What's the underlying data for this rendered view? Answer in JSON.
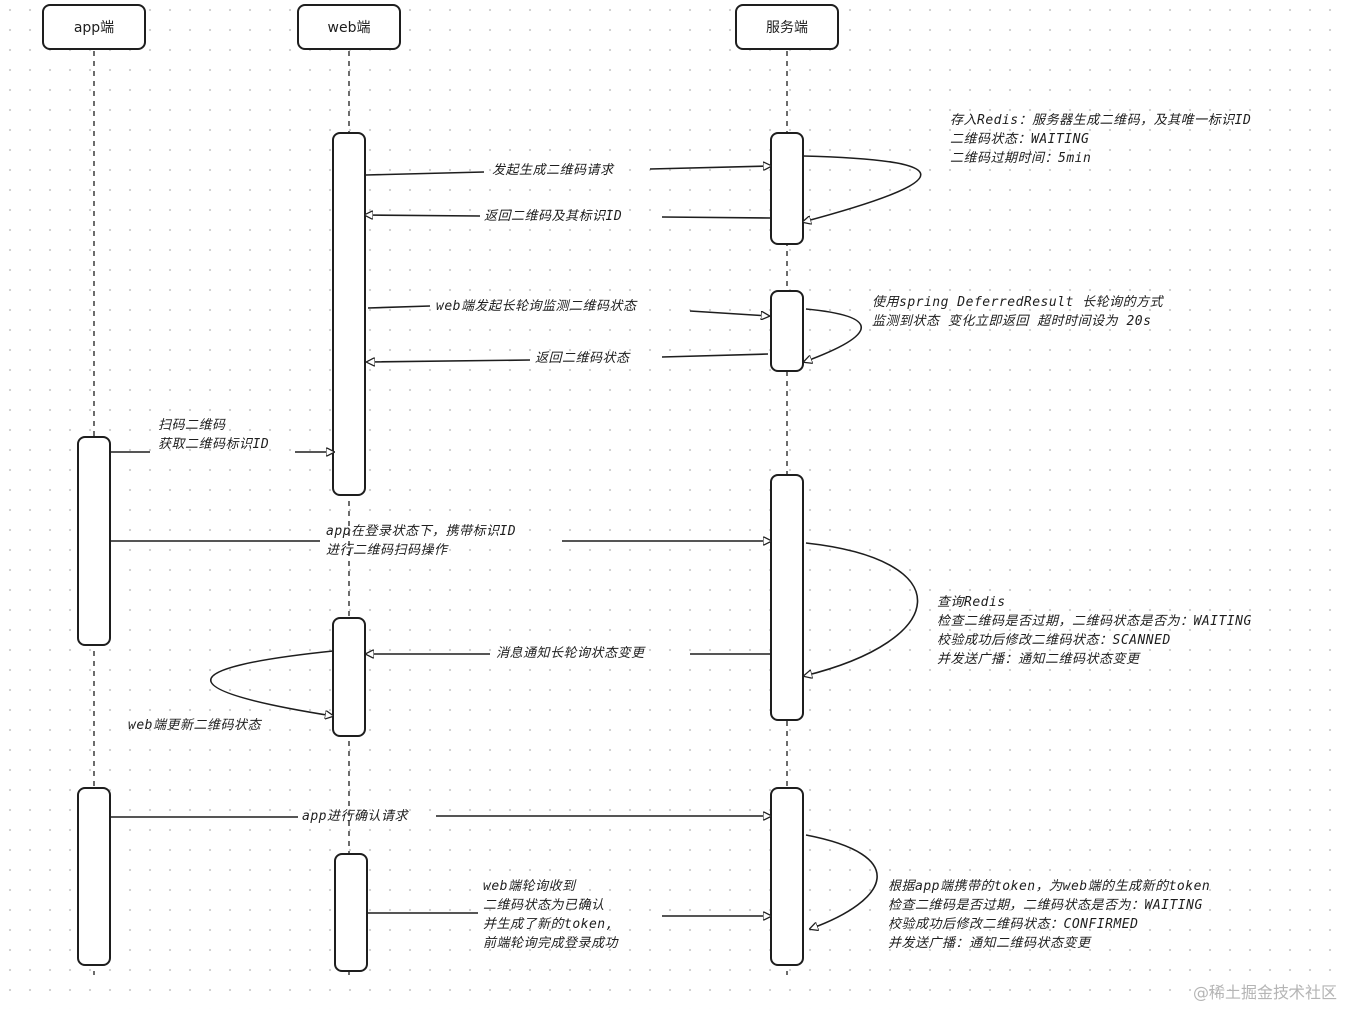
{
  "actors": {
    "app": "app端",
    "web": "web端",
    "server": "服务端"
  },
  "messages": {
    "m1": "发起生成二维码请求",
    "m2": "返回二维码及其标识ID",
    "m3": "web端发起长轮询监测二维码状态",
    "m4": "返回二维码状态",
    "m5": [
      "扫码二维码",
      "获取二维码标识ID"
    ],
    "m6": [
      "app在登录状态下，携带标识ID",
      "进行二维码扫码操作"
    ],
    "m7": "消息通知长轮询状态变更",
    "m8": "web端更新二维码状态",
    "m9": "app进行确认请求",
    "m10": [
      "web端轮询收到",
      "二维码状态为已确认",
      "并生成了新的token,",
      "前端轮询完成登录成功"
    ]
  },
  "notes": {
    "n1": [
      "存入Redis：服务器生成二维码，及其唯一标识ID",
      "二维码状态：WAITING",
      "二维码过期时间：5min"
    ],
    "n2": [
      "使用spring DeferredResult 长轮询的方式",
      "监测到状态 变化立即返回 超时时间设为 20s"
    ],
    "n3": [
      "查询Redis",
      "检查二维码是否过期，二维码状态是否为：WAITING",
      "校验成功后修改二维码状态：SCANNED",
      "并发送广播：通知二维码状态变更"
    ],
    "n4": [
      "根据app端携带的token，为web端的生成新的token",
      "检查二维码是否过期，二维码状态是否为：WAITING",
      "校验成功后修改二维码状态：CONFIRMED",
      "并发送广播：通知二维码状态变更"
    ]
  },
  "watermark": "@稀土掘金技术社区"
}
